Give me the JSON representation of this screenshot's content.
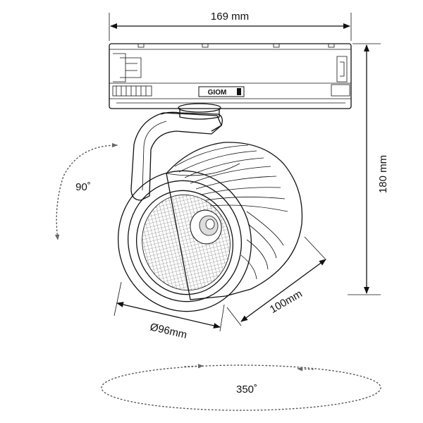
{
  "dimensions": {
    "width": "169 mm",
    "height": "180 mm",
    "depth": "100mm",
    "diameter": "Ø96mm"
  },
  "rotations": {
    "tilt": "90˚",
    "pan": "350˚"
  },
  "brand_label": "GIOM"
}
